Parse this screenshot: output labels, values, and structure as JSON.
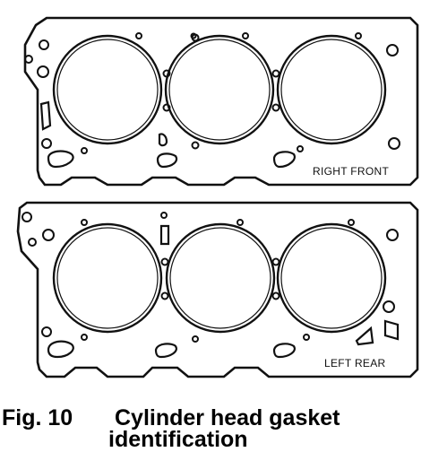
{
  "gaskets": [
    {
      "id": "top",
      "label": "RIGHT FRONT"
    },
    {
      "id": "bottom",
      "label": "LEFT REAR"
    }
  ],
  "caption": {
    "fig_number": "Fig. 10",
    "title_line1": "Cylinder head gasket",
    "title_line2": "identification"
  }
}
